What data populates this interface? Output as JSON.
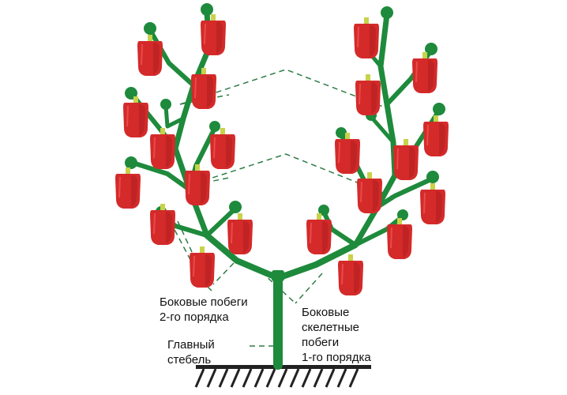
{
  "labels": {
    "lateral_second_order": [
      "Боковые побеги",
      "2-го порядка"
    ],
    "main_stem": [
      "Главный",
      "стебель"
    ],
    "lateral_skeletal_first_order": [
      "Боковые",
      "скелетные",
      "побеги",
      "1-го порядка"
    ]
  },
  "colors": {
    "stem": "#1e8a3c",
    "stem_dark": "#17702f",
    "pepper": "#d42a2a",
    "pepper_shadow": "#a81b1b",
    "calyx": "#c8d24a",
    "leader_line": "#2e7d45",
    "ground": "#222222"
  }
}
